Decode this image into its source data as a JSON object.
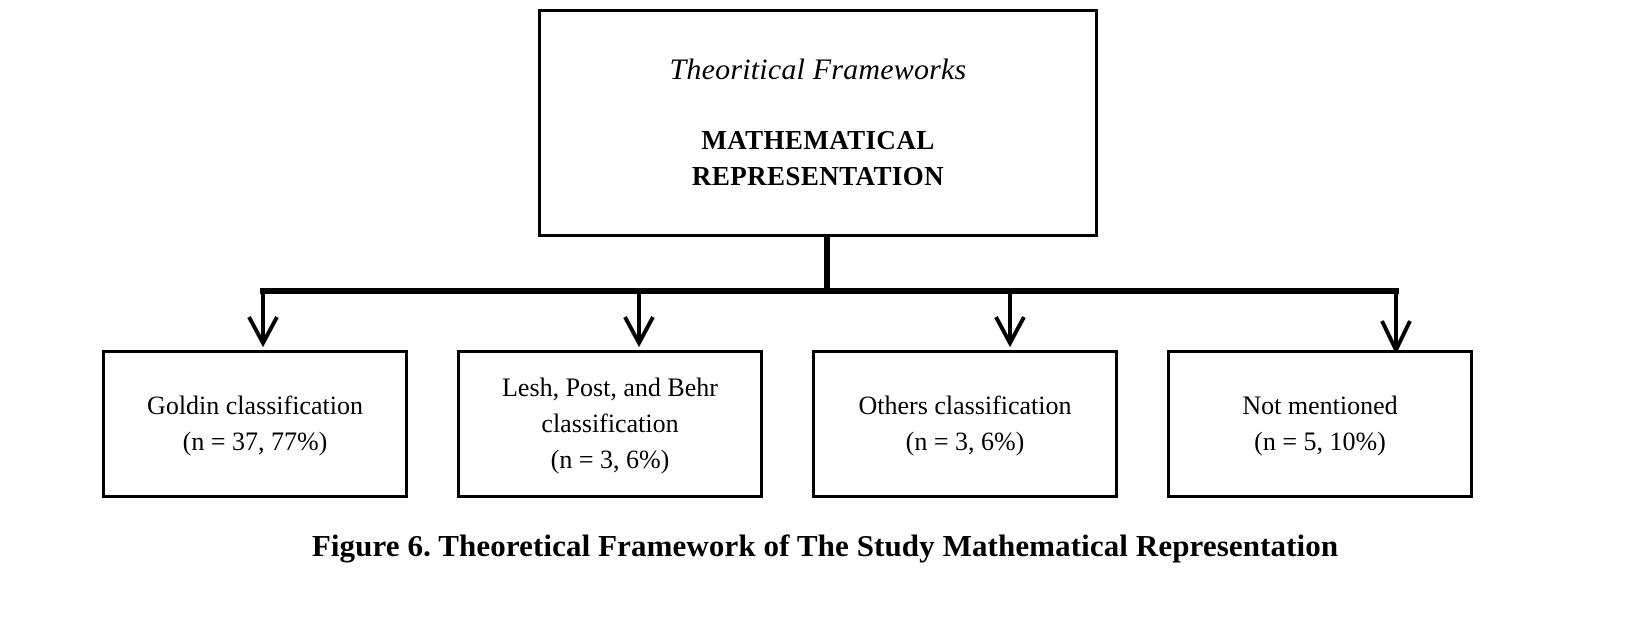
{
  "figure": {
    "caption": "Figure 6. Theoretical Framework of The Study Mathematical Representation",
    "diagram_type": "hierarchy-tree",
    "line_color": "#000000",
    "background_color": "#ffffff"
  },
  "root": {
    "subtitle": "Theoritical Frameworks",
    "title_line_1": "MATHEMATICAL",
    "title_line_2": "REPRESENTATION"
  },
  "leaves": [
    {
      "line_1": "Goldin classification",
      "line_2": "(n = 37, 77%)",
      "line_3": "",
      "n": 37,
      "percent": "77%"
    },
    {
      "line_1": "Lesh, Post, and Behr",
      "line_2": "classification",
      "line_3": "(n = 3, 6%)",
      "n": 3,
      "percent": "6%"
    },
    {
      "line_1": "Others classification",
      "line_2": "(n = 3, 6%)",
      "line_3": "",
      "n": 3,
      "percent": "6%"
    },
    {
      "line_1": "Not mentioned",
      "line_2": "(n = 5, 10%)",
      "line_3": "",
      "n": 5,
      "percent": "10%"
    }
  ]
}
